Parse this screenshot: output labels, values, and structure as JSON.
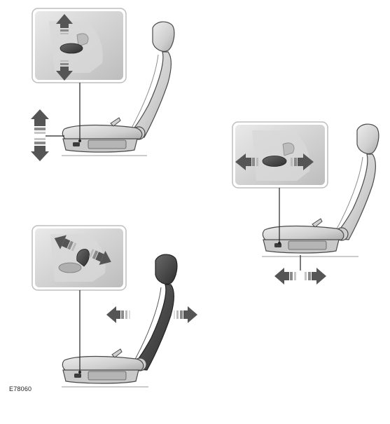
{
  "figure": {
    "reference_code": "E78060",
    "panels": [
      {
        "id": "seat-height-adjustment",
        "direction": "up-down",
        "inset_control": "seat-adjust-switch"
      },
      {
        "id": "seat-fore-aft-adjustment",
        "direction": "forward-backward",
        "inset_control": "seat-adjust-switch"
      },
      {
        "id": "backrest-recline-adjustment",
        "direction": "forward-backward",
        "inset_control": "backrest-switch"
      }
    ],
    "colors": {
      "seat_fill": "#d6d6d6",
      "seat_stroke": "#4a4a4a",
      "backrest_dark": "#3c3c3c",
      "arrow_dark": "#555555",
      "inset_border": "#bfbfbf"
    }
  }
}
